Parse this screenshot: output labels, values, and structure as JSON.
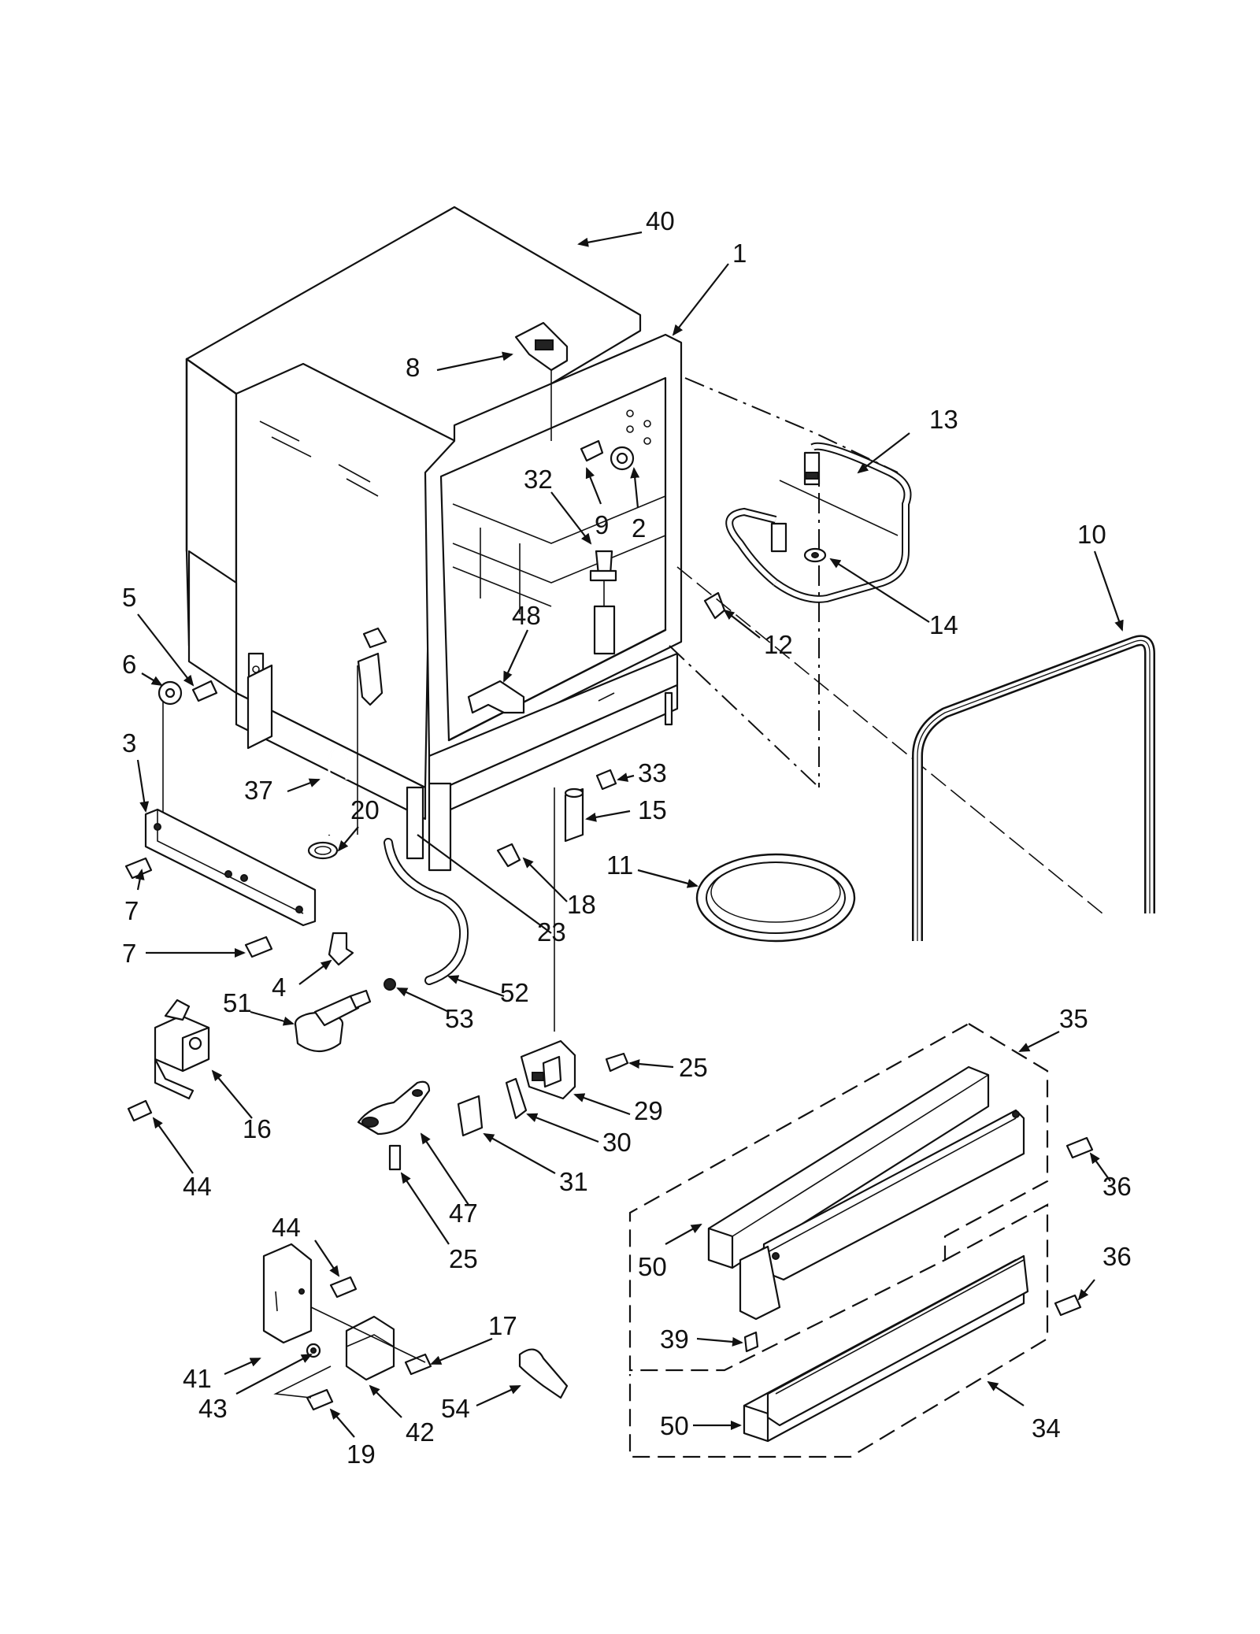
{
  "diagram": {
    "callouts": [
      {
        "id": "40",
        "text": "40"
      },
      {
        "id": "1",
        "text": "1"
      },
      {
        "id": "8",
        "text": "8"
      },
      {
        "id": "13",
        "text": "13"
      },
      {
        "id": "32",
        "text": "32"
      },
      {
        "id": "9",
        "text": "9"
      },
      {
        "id": "2",
        "text": "2"
      },
      {
        "id": "10",
        "text": "10"
      },
      {
        "id": "14",
        "text": "14"
      },
      {
        "id": "5",
        "text": "5"
      },
      {
        "id": "48",
        "text": "48"
      },
      {
        "id": "12",
        "text": "12"
      },
      {
        "id": "6",
        "text": "6"
      },
      {
        "id": "3",
        "text": "3"
      },
      {
        "id": "33",
        "text": "33"
      },
      {
        "id": "37",
        "text": "37"
      },
      {
        "id": "20",
        "text": "20"
      },
      {
        "id": "15",
        "text": "15"
      },
      {
        "id": "11",
        "text": "11"
      },
      {
        "id": "18",
        "text": "18"
      },
      {
        "id": "7a",
        "text": "7"
      },
      {
        "id": "23",
        "text": "23"
      },
      {
        "id": "7b",
        "text": "7"
      },
      {
        "id": "4",
        "text": "4"
      },
      {
        "id": "52",
        "text": "52"
      },
      {
        "id": "51",
        "text": "51"
      },
      {
        "id": "53",
        "text": "53"
      },
      {
        "id": "35",
        "text": "35"
      },
      {
        "id": "25a",
        "text": "25"
      },
      {
        "id": "16",
        "text": "16"
      },
      {
        "id": "29",
        "text": "29"
      },
      {
        "id": "30",
        "text": "30"
      },
      {
        "id": "36a",
        "text": "36"
      },
      {
        "id": "44a",
        "text": "44"
      },
      {
        "id": "31",
        "text": "31"
      },
      {
        "id": "47",
        "text": "47"
      },
      {
        "id": "25b",
        "text": "25"
      },
      {
        "id": "44b",
        "text": "44"
      },
      {
        "id": "50a",
        "text": "50"
      },
      {
        "id": "36b",
        "text": "36"
      },
      {
        "id": "39",
        "text": "39"
      },
      {
        "id": "17",
        "text": "17"
      },
      {
        "id": "41",
        "text": "41"
      },
      {
        "id": "43",
        "text": "43"
      },
      {
        "id": "42",
        "text": "42"
      },
      {
        "id": "54",
        "text": "54"
      },
      {
        "id": "50b",
        "text": "50"
      },
      {
        "id": "34",
        "text": "34"
      },
      {
        "id": "19",
        "text": "19"
      }
    ]
  }
}
